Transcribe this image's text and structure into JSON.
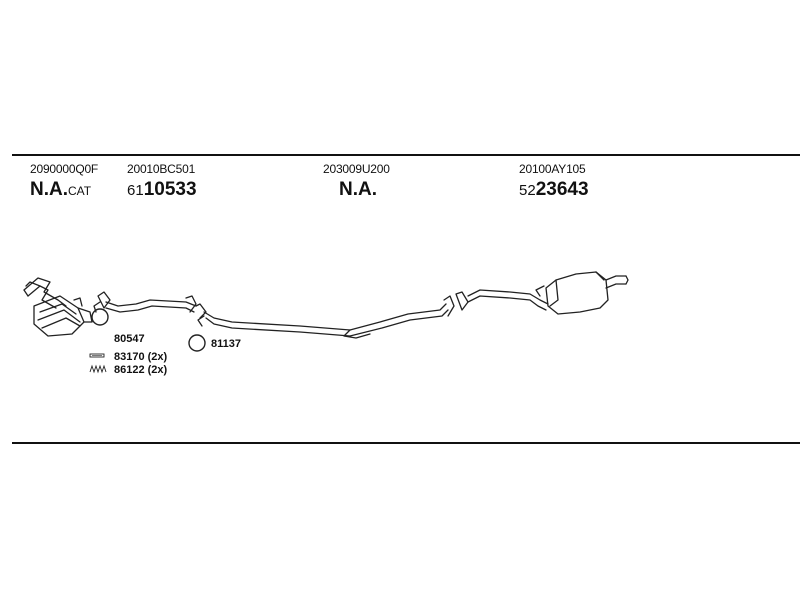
{
  "parts": [
    {
      "oem": "2090000Q0F",
      "code_prefix": "",
      "code_main": "N.A.",
      "code_suffix": "CAT"
    },
    {
      "oem": "20010BC501",
      "code_prefix": "61",
      "code_main": "10533",
      "code_suffix": ""
    },
    {
      "oem": "203009U200",
      "code_prefix": "",
      "code_main": "N.A.",
      "code_suffix": ""
    },
    {
      "oem": "20100AY105",
      "code_prefix": "52",
      "code_main": "23643",
      "code_suffix": ""
    }
  ],
  "accessories": [
    {
      "label": "80547",
      "icon": "gasket-ring-icon"
    },
    {
      "label": "83170 (2x)",
      "icon": "clamp-icon"
    },
    {
      "label": "86122 (2x)",
      "icon": "spring-icon"
    },
    {
      "label": "81137",
      "icon": "gasket-ring-icon"
    }
  ]
}
